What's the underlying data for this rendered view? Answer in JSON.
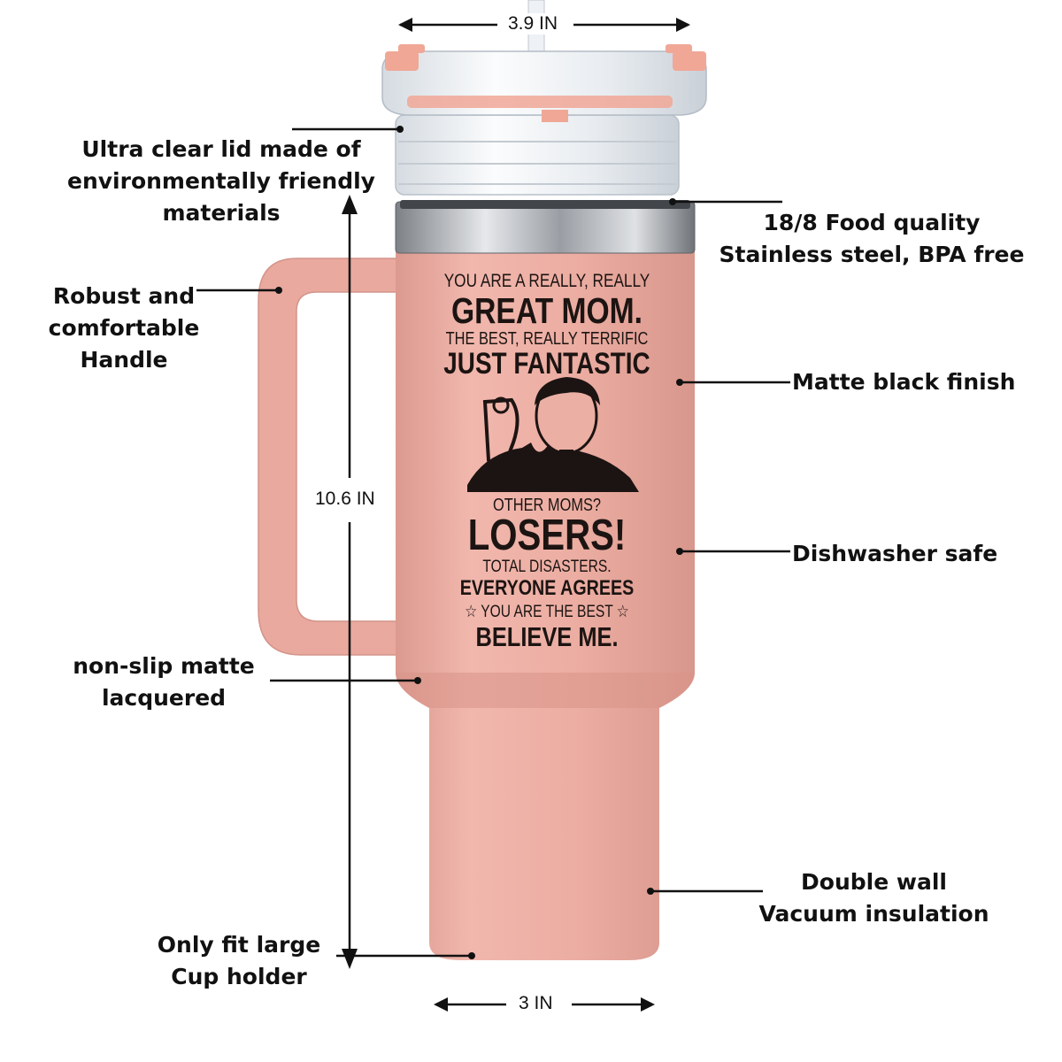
{
  "colors": {
    "tumbler": "#e9aaa0",
    "tumbler_shadow": "#d99488",
    "lid": "#eef2f5",
    "accent": "#f0a796",
    "steel": "#b9bcc1",
    "ink": "#1c1412"
  },
  "dimensions": {
    "width_top": "3.9 IN",
    "height": "10.6 IN",
    "width_bottom": "3 IN"
  },
  "callouts": {
    "lid": [
      "Ultra clear lid made of",
      "environmentally friendly",
      "materials"
    ],
    "steel": [
      "18/8 Food quality",
      "Stainless steel, BPA free"
    ],
    "handle": [
      "Robust and",
      "comfortable",
      "Handle"
    ],
    "finish": [
      "Matte black finish"
    ],
    "dishwasher": [
      "Dishwasher safe"
    ],
    "nonslip": [
      "non-slip matte",
      "lacquered"
    ],
    "insulation": [
      "Double wall",
      "Vacuum insulation"
    ],
    "cupholder": [
      "Only fit large",
      "Cup holder"
    ]
  },
  "print": {
    "line1": "YOU ARE A REALLY, REALLY",
    "line2": "GREAT MOM.",
    "line3": "THE BEST, REALLY TERRIFIC",
    "line4": "JUST FANTASTIC",
    "line5": "OTHER MOMS?",
    "line6": "LOSERS!",
    "line7": "TOTAL DISASTERS.",
    "line8": "EVERYONE AGREES",
    "line9": "☆ YOU ARE THE BEST ☆",
    "line10": "BELIEVE ME."
  }
}
